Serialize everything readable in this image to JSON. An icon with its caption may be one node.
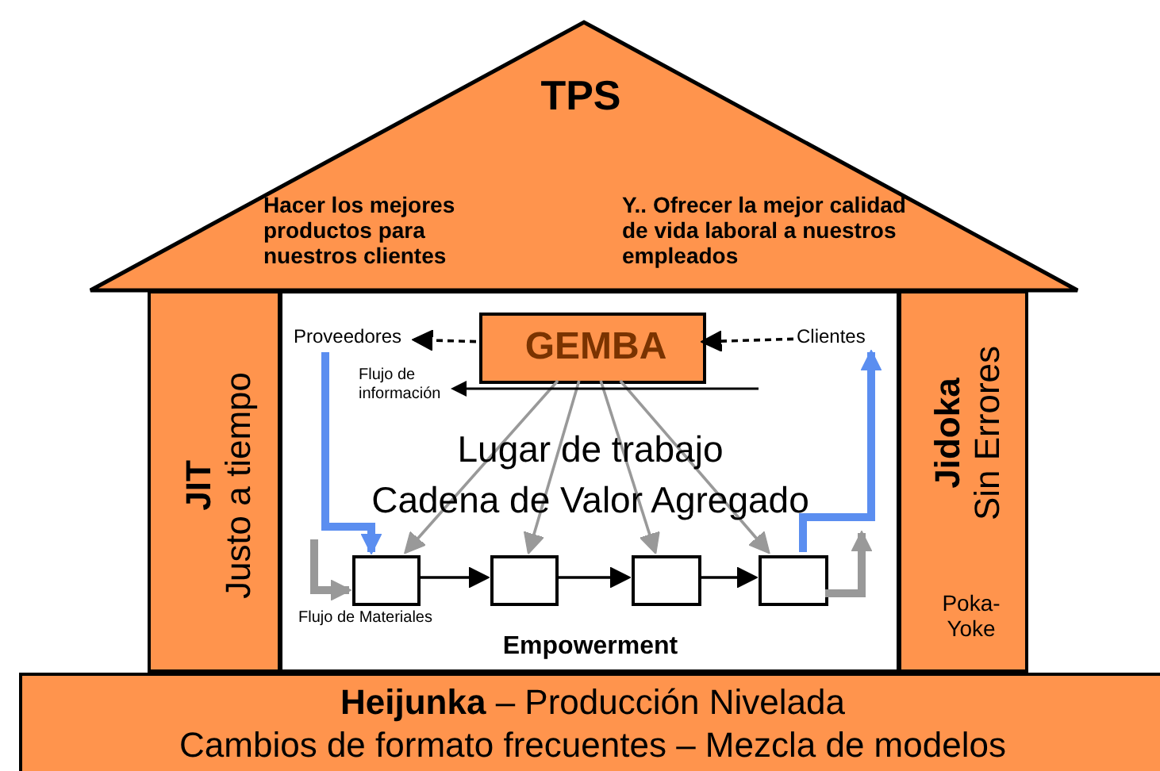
{
  "diagram": {
    "nodes": [
      {
        "text": [
          "TPS",
          "Hacer los mejores productos para nuestros clientes",
          "Y.. Ofrecer la mejor calidad de vida laboral a nuestros empleados"
        ]
      },
      {
        "text": [
          "JIT",
          "Justo a tiempo"
        ]
      },
      {
        "text": [
          "Lugar de trabajo",
          "Cadena de Valor Agregado",
          "Empowerment"
        ]
      },
      {
        "text": [
          "GEMBA"
        ],
        "in": 2
      },
      {
        "text": [
          "Proveedores"
        ],
        "in": 2
      },
      {
        "text": [
          "Clientes"
        ],
        "in": 2
      },
      {
        "text": [],
        "shape": "box",
        "in": 2
      },
      {
        "text": [],
        "shape": "box",
        "in": 2
      },
      {
        "text": [],
        "shape": "box",
        "in": 2
      },
      {
        "text": [],
        "shape": "box",
        "in": 2
      },
      {
        "text": [
          "Jidoka",
          "Sin Errores",
          "Poka-Yoke"
        ]
      },
      {
        "text": [
          "**Heijunka** – Producción Nivelada",
          "Cambios de formato frecuentes – Mezcla de modelos"
        ]
      }
    ],
    "edges": [
      {
        "from": 3,
        "to": 4,
        "arrow": "to",
        "style": "dashed",
        "color": "#000000"
      },
      {
        "from": 5,
        "to": 3,
        "arrow": "to",
        "style": "dashed",
        "color": "#000000"
      },
      {
        "from": 3,
        "to": 6,
        "arrow": "to",
        "color": "#999999"
      },
      {
        "from": 3,
        "to": 7,
        "arrow": "to",
        "color": "#999999"
      },
      {
        "from": 3,
        "to": 8,
        "arrow": "to",
        "color": "#999999"
      },
      {
        "from": 3,
        "to": 9,
        "arrow": "to",
        "color": "#999999"
      },
      {
        "from": 6,
        "to": 7,
        "arrow": "to",
        "color": "#000000"
      },
      {
        "from": 7,
        "to": 8,
        "arrow": "to",
        "color": "#000000"
      },
      {
        "from": 8,
        "to": 9,
        "arrow": "to",
        "color": "#000000"
      },
      {
        "from": null,
        "to": 6,
        "arrow": "to",
        "style": "thick",
        "color": "#999999"
      },
      {
        "from": 9,
        "to": null,
        "arrow": "to",
        "style": "thick",
        "color": "#999999"
      },
      {
        "from": 4,
        "to": 6,
        "arrow": "to",
        "style": "thick",
        "color": "#5b8ef0"
      },
      {
        "from": 9,
        "to": 5,
        "arrow": "to",
        "style": "thick",
        "color": "#5b8ef0"
      }
    ],
    "labels": [
      "Flujo de información",
      "Flujo de Materiales"
    ]
  }
}
